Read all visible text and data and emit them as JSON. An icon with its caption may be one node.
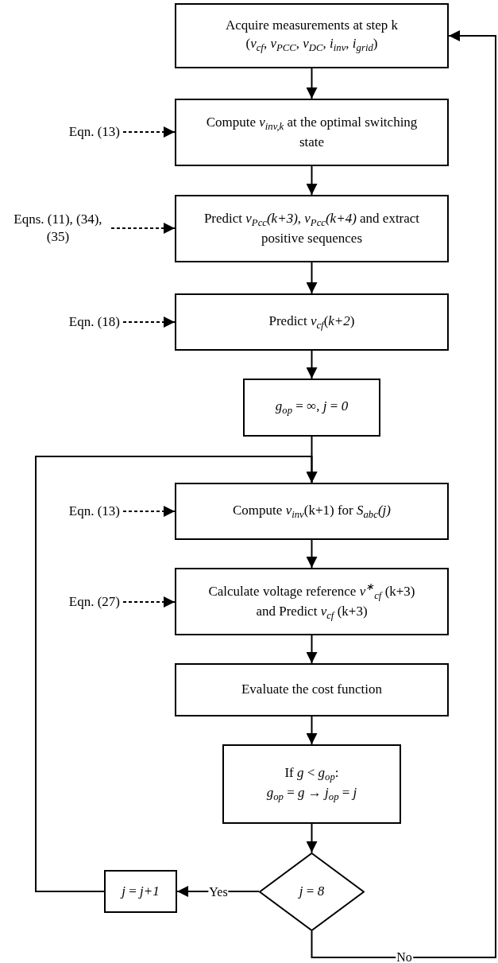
{
  "diagram": {
    "nodes": [
      {
        "text": [
          "Acquire measurements at step k",
          "(*v*$_{cf}$, *v*$_{PCC}$, *v*$_{DC}$, *i*$_{inv}$, *i*$_{grid}$)"
        ]
      },
      {
        "text": [
          "Compute *v*$_{inv,k}$ at the optimal switching state"
        ]
      },
      {
        "text": [
          "Predict *v*$_{Pcc}$*(k+3)*, *v*$_{Pcc}$*(k+4)* and extract positive sequences"
        ]
      },
      {
        "text": [
          "Predict *v*$_{cf}$(*k+2*)"
        ]
      },
      {
        "text": [
          "*g*$_{op}$ = ∞,  *j* = *0*"
        ]
      },
      {
        "text": [
          "Compute *v*$_{inv}$(k+1) for *S*$_{abc}$*(j)*"
        ]
      },
      {
        "text": [
          "Calculate voltage reference *v*$^{∗}$$_{cf}$ (k+3) and Predict *v*$_{cf}$ (k+3)"
        ]
      },
      {
        "text": [
          "Evaluate the cost function"
        ]
      },
      {
        "text": [
          "If *g* < *g*$_{op}$:",
          "*g*$_{op}$ = *g* → *j*$_{op}$ = *j*"
        ]
      },
      {
        "text": [
          "*j* = *8*"
        ]
      },
      {
        "text": [
          "*j* = *j+1*"
        ]
      },
      {
        "text": [
          "Eqn. (13)"
        ]
      },
      {
        "text": [
          "Eqns. (11), (34), (35)"
        ]
      },
      {
        "text": [
          "Eqn. (18)"
        ]
      },
      {
        "text": [
          "Eqn. (13)"
        ]
      },
      {
        "text": [
          "Eqn. (27)"
        ]
      }
    ],
    "edges": [
      {
        "from": 0,
        "to": 1,
        "arrow": "to"
      },
      {
        "from": 1,
        "to": 2,
        "arrow": "to"
      },
      {
        "from": 2,
        "to": 3,
        "arrow": "to"
      },
      {
        "from": 3,
        "to": 4,
        "arrow": "to"
      },
      {
        "from": 4,
        "to": 5,
        "arrow": "to"
      },
      {
        "from": 5,
        "to": 6,
        "arrow": "to"
      },
      {
        "from": 6,
        "to": 7,
        "arrow": "to"
      },
      {
        "from": 7,
        "to": 8,
        "arrow": "to"
      },
      {
        "from": 8,
        "to": 9,
        "arrow": "to"
      },
      {
        "from": 9,
        "to": 10,
        "arrow": "to",
        "label": "Yes"
      },
      {
        "from": 10,
        "to": 5,
        "arrow": "to"
      },
      {
        "from": 9,
        "to": 0,
        "arrow": "to",
        "label": "No"
      },
      {
        "from": 11,
        "to": 1,
        "arrow": "to",
        "style": "dashed"
      },
      {
        "from": 12,
        "to": 2,
        "arrow": "to",
        "style": "dashed"
      },
      {
        "from": 13,
        "to": 3,
        "arrow": "to",
        "style": "dashed"
      },
      {
        "from": 14,
        "to": 5,
        "arrow": "to",
        "style": "dashed"
      },
      {
        "from": 15,
        "to": 6,
        "arrow": "to",
        "style": "dashed"
      }
    ]
  }
}
